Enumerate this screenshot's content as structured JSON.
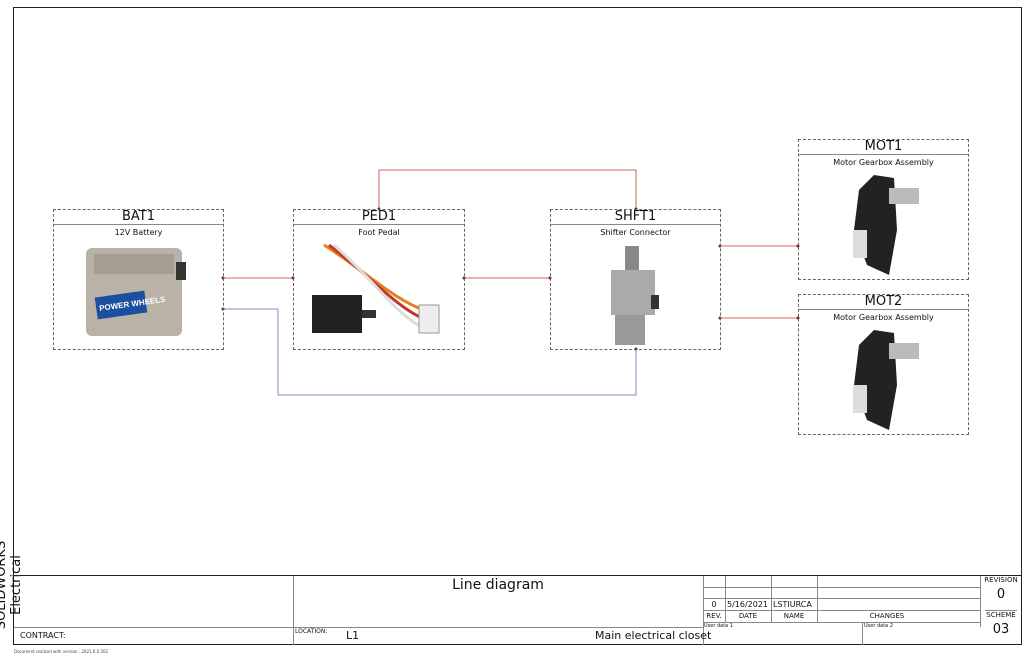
{
  "components": [
    {
      "tag": "BAT1",
      "description": "12V Battery",
      "logo": "POWER WHEELS"
    },
    {
      "tag": "PED1",
      "description": "Foot Pedal"
    },
    {
      "tag": "SHFT1",
      "description": "Shifter Connector"
    },
    {
      "tag": "MOT1",
      "description": "Motor Gearbox Assembly"
    },
    {
      "tag": "MOT2",
      "description": "Motor Gearbox Assembly"
    }
  ],
  "colors": {
    "wire_red": "#c0392b",
    "wire_blue": "#6a6ab0"
  },
  "sidebar_label": "SOLIDWORKS Electrical",
  "title_block": {
    "title": "Line diagram",
    "contract_label": "CONTRACT:",
    "location_label": "LOCATION:",
    "location_value": "L1",
    "location_desc": "Main electrical closet",
    "revision_label": "REVISION",
    "revision_value": "0",
    "scheme_label": "SCHEME",
    "scheme_value": "03",
    "rev_row": {
      "rev": "0",
      "date": "5/16/2021",
      "name": "LSTIURCA"
    },
    "headers": {
      "rev": "REV.",
      "date": "DATE",
      "name": "NAME",
      "changes": "CHANGES"
    },
    "user_data_1": "User data 1",
    "user_data_2": "User data 2"
  },
  "footer": "Document realized with version : 2021.0.0.502"
}
